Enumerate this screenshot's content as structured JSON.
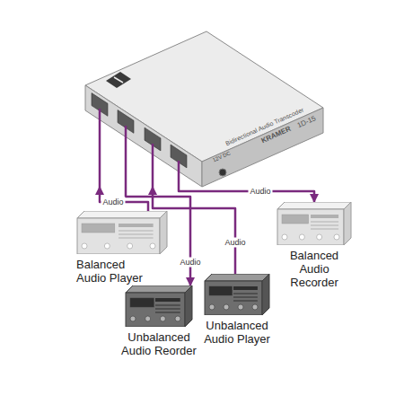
{
  "diagram": {
    "nodes": [
      {
        "text": [
          "Bidirectional Audio Transcoder",
          "KRAMER",
          "1D-15"
        ]
      },
      {
        "text": [
          "Balanced Audio Player"
        ]
      },
      {
        "text": [
          "Unbalanced Audio Reorder"
        ]
      },
      {
        "text": [
          "Unbalanced Audio Player"
        ]
      },
      {
        "text": [
          "Balanced Audio Recorder"
        ]
      }
    ],
    "edges": [
      {
        "from": 1,
        "to": 0,
        "arrow": "to",
        "label": "Audio"
      },
      {
        "from": 0,
        "to": 2,
        "arrow": "to",
        "label": "Audio"
      },
      {
        "from": 3,
        "to": 0,
        "arrow": "to",
        "label": "Audio"
      },
      {
        "from": 0,
        "to": 4,
        "arrow": "to",
        "label": "Audio"
      }
    ],
    "labels": [
      "12V DC"
    ]
  }
}
